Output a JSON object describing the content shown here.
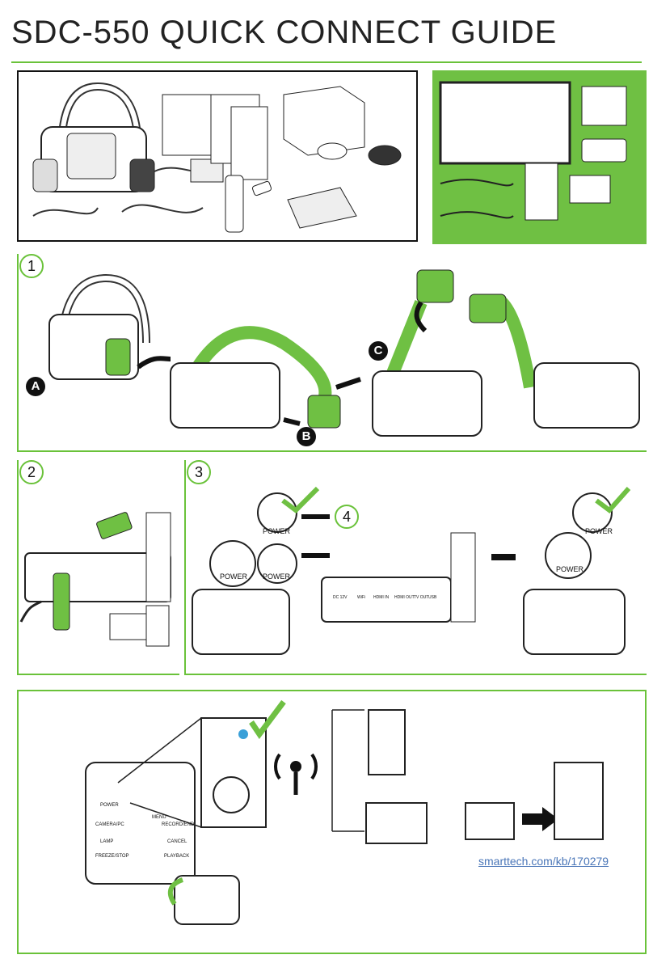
{
  "title": "SDC-550 QUICK CONNECT GUIDE",
  "steps": {
    "one": "1",
    "two": "2",
    "three": "3",
    "four": "4"
  },
  "sub_steps": {
    "a": "A",
    "b": "B",
    "c": "C"
  },
  "labels": {
    "power": "POWER",
    "camera_pc": "CAMERA/PC",
    "menu": "MENU",
    "record_end": "RECORD/END",
    "lamp": "LAMP",
    "cancel": "CANCEL",
    "freeze_stop": "FREEZE/STOP",
    "playback": "PLAYBACK",
    "dc_12v": "DC 12V",
    "wifi": "WiFi",
    "hdmi_in": "HDMI IN",
    "hdmi_out": "HDMI OUT",
    "tv_out": "TV OUT",
    "usb": "USB"
  },
  "support_url": "smarttech.com/kb/170279",
  "colors": {
    "accent": "#6ac23a",
    "green_fill": "#6fc043",
    "ink": "#111111",
    "link": "#4a76b8"
  }
}
